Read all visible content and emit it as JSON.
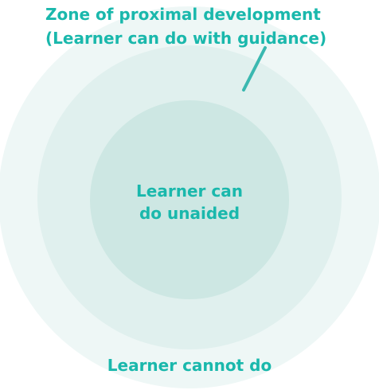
{
  "colors": {
    "outer_circle": "#eef7f6",
    "middle_circle": "#e0f0ee",
    "inner_circle": "#cde7e3",
    "text_accent": "#1ab8ac",
    "pointer_line": "#3ab8b0"
  },
  "labels": {
    "zpd_line1": "Zone of proximal development",
    "zpd_line2": "(Learner can do with guidance)",
    "inner_line1": "Learner can",
    "inner_line2": "do unaided",
    "outer": "Learner cannot do"
  }
}
